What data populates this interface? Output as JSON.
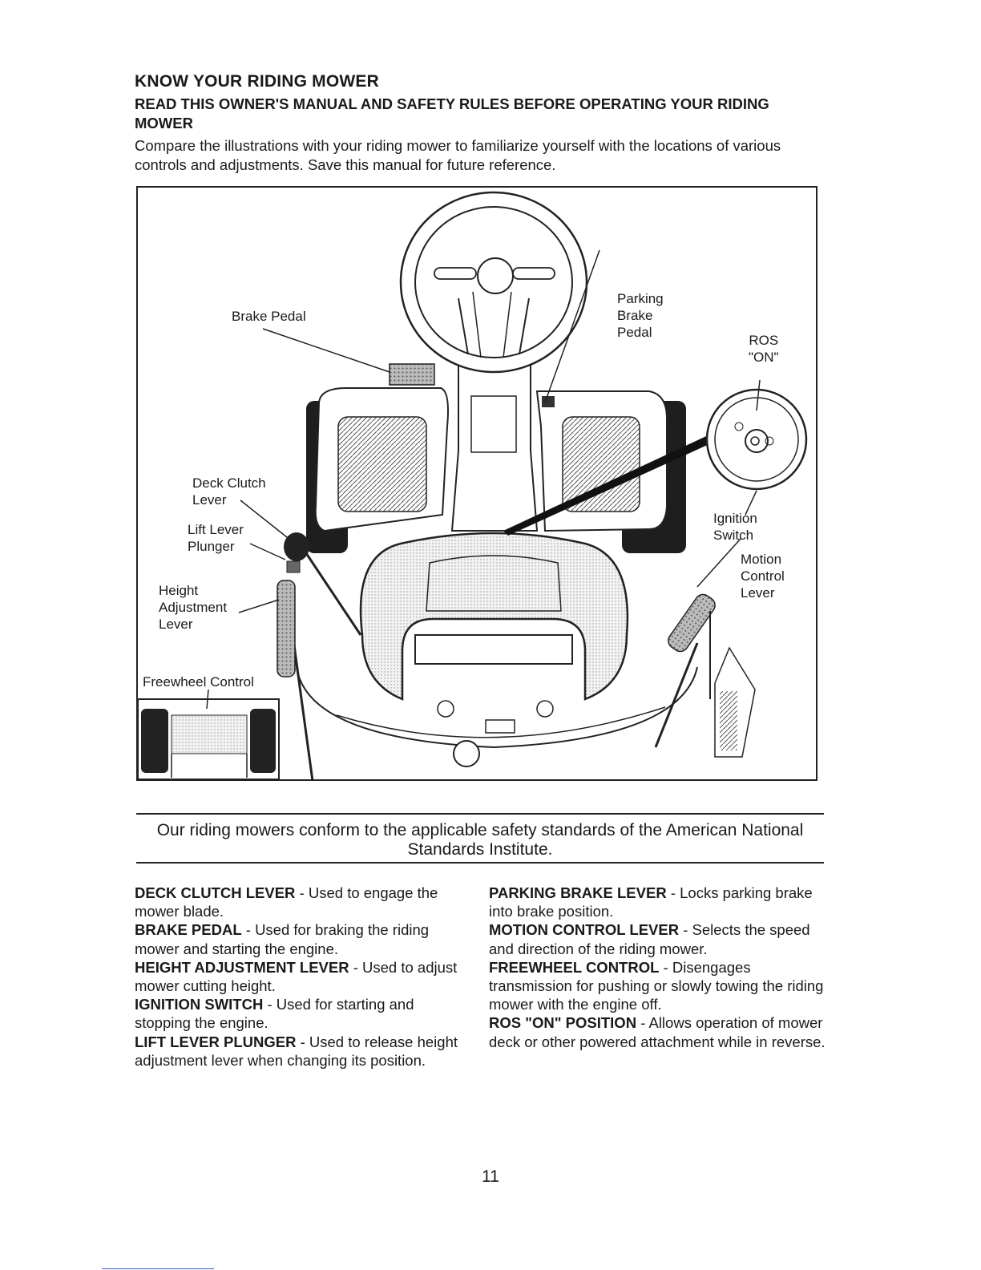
{
  "heading": {
    "title": "KNOW YOUR RIDING MOWER",
    "subtitle": "READ THIS OWNER'S MANUAL AND SAFETY RULES BEFORE OPERATING YOUR RIDING MOWER",
    "intro": "Compare the illustrations with your riding mower to familiarize yourself with the locations of various controls and adjustments.  Save this manual for future reference."
  },
  "figure": {
    "labels": {
      "brake_pedal": "Brake Pedal",
      "parking_brake_pedal": "Parking\nBrake\nPedal",
      "ros_on": "ROS\n\"ON\"",
      "deck_clutch_lever": "Deck Clutch\nLever",
      "lift_lever_plunger": "Lift Lever\nPlunger",
      "ignition_switch": "Ignition\nSwitch",
      "motion_control_lever": "Motion\nControl\nLever",
      "height_adjustment_lever": "Height\nAdjustment\nLever",
      "freewheel_control": "Freewheel Control"
    }
  },
  "standards_note": "Our riding mowers conform to the applicable safety standards of the American National Standards Institute.",
  "definitions_left": [
    {
      "term": "DECK CLUTCH LEVER",
      "text": " - Used to engage the mower blade."
    },
    {
      "term": "BRAKE PEDAL",
      "text": " - Used for braking the riding mower and starting the engine."
    },
    {
      "term": "HEIGHT ADJUSTMENT LEVER",
      "text": " - Used to adjust mower cutting height."
    },
    {
      "term": "IGNITION SWITCH",
      "text": " - Used for starting and stopping the engine."
    },
    {
      "term": "LIFT LEVER PLUNGER",
      "text": " - Used to release height adjustment lever when changing its position."
    }
  ],
  "definitions_right": [
    {
      "term": "PARKING BRAKE LEVER",
      "text": " - Locks parking brake into brake position."
    },
    {
      "term": "MOTION CONTROL LEVER",
      "text": " - Selects the speed and direction of the riding mower."
    },
    {
      "term": "FREEWHEEL CONTROL",
      "text": " - Disengages transmission for pushing or slowly towing the riding mower with the engine off."
    },
    {
      "term": "ROS \"ON\" POSITION",
      "text": " - Allows operation of mower deck or other powered attachment while in reverse."
    }
  ],
  "page_number": "11"
}
